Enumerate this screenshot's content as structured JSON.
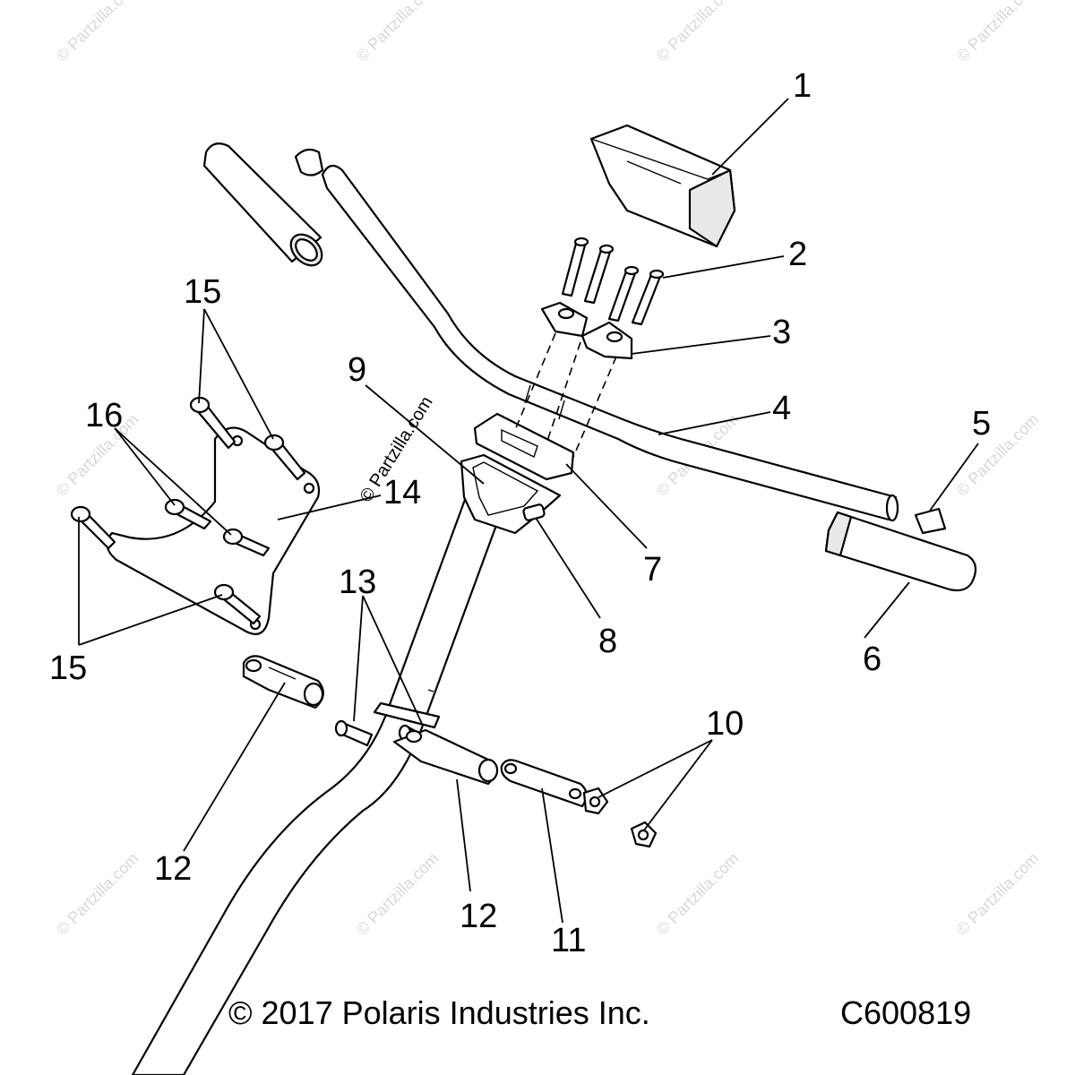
{
  "diagram": {
    "copyright": "© 2017 Polaris Industries Inc.",
    "figure_code": "C600819",
    "center_watermark": "© Partzilla.com",
    "tile_watermark": "© Partzilla.com",
    "callouts": {
      "c1": "1",
      "c2": "2",
      "c3": "3",
      "c4": "4",
      "c5": "5",
      "c6": "6",
      "c7": "7",
      "c8": "8",
      "c9": "9",
      "c10": "10",
      "c11": "11",
      "c12a": "12",
      "c12b": "12",
      "c13": "13",
      "c14": "14",
      "c15a": "15",
      "c15b": "15",
      "c16": "16"
    }
  }
}
